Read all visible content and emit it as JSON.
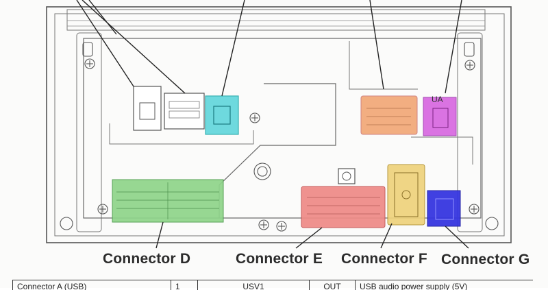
{
  "diagram": {
    "labels": {
      "connector_d": "Connector D",
      "connector_e": "Connector E",
      "connector_f": "Connector F",
      "connector_g": "Connector G",
      "ua_mark": "UA"
    },
    "table_row": [
      "Connector A (USB)",
      "1",
      "USV1",
      "OUT",
      "USB audio power supply (5V)"
    ],
    "colors": {
      "connector_cyan": "#5fd6dc",
      "connector_orange": "#f2a877",
      "connector_magenta": "#d868e0",
      "connector_green": "#8fd48a",
      "connector_red": "#ef8a86",
      "connector_yellow": "#eed27c",
      "connector_blue": "#3636e0",
      "line": "#444444"
    }
  }
}
